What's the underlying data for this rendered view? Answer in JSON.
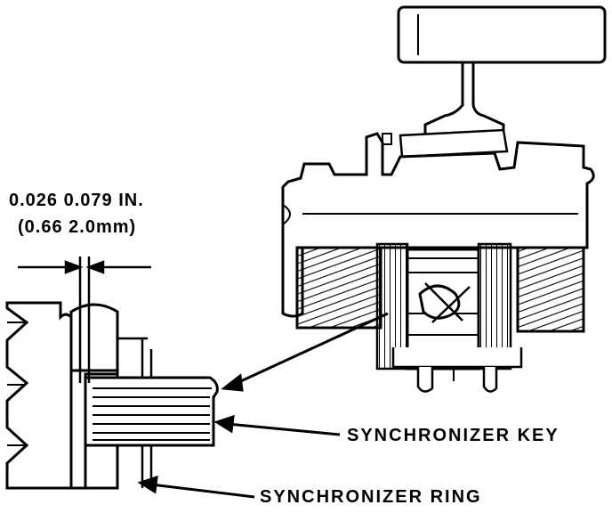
{
  "figure": {
    "clearance_spec_in": "0.026 0.079 IN.",
    "clearance_spec_mm": "(0.66 2.0mm)",
    "callouts": {
      "synchronizer_key": "SYNCHRONIZER KEY",
      "synchronizer_ring": "SYNCHRONIZER RING"
    }
  },
  "colors": {
    "ink": "#000000",
    "paper": "#ffffff"
  }
}
